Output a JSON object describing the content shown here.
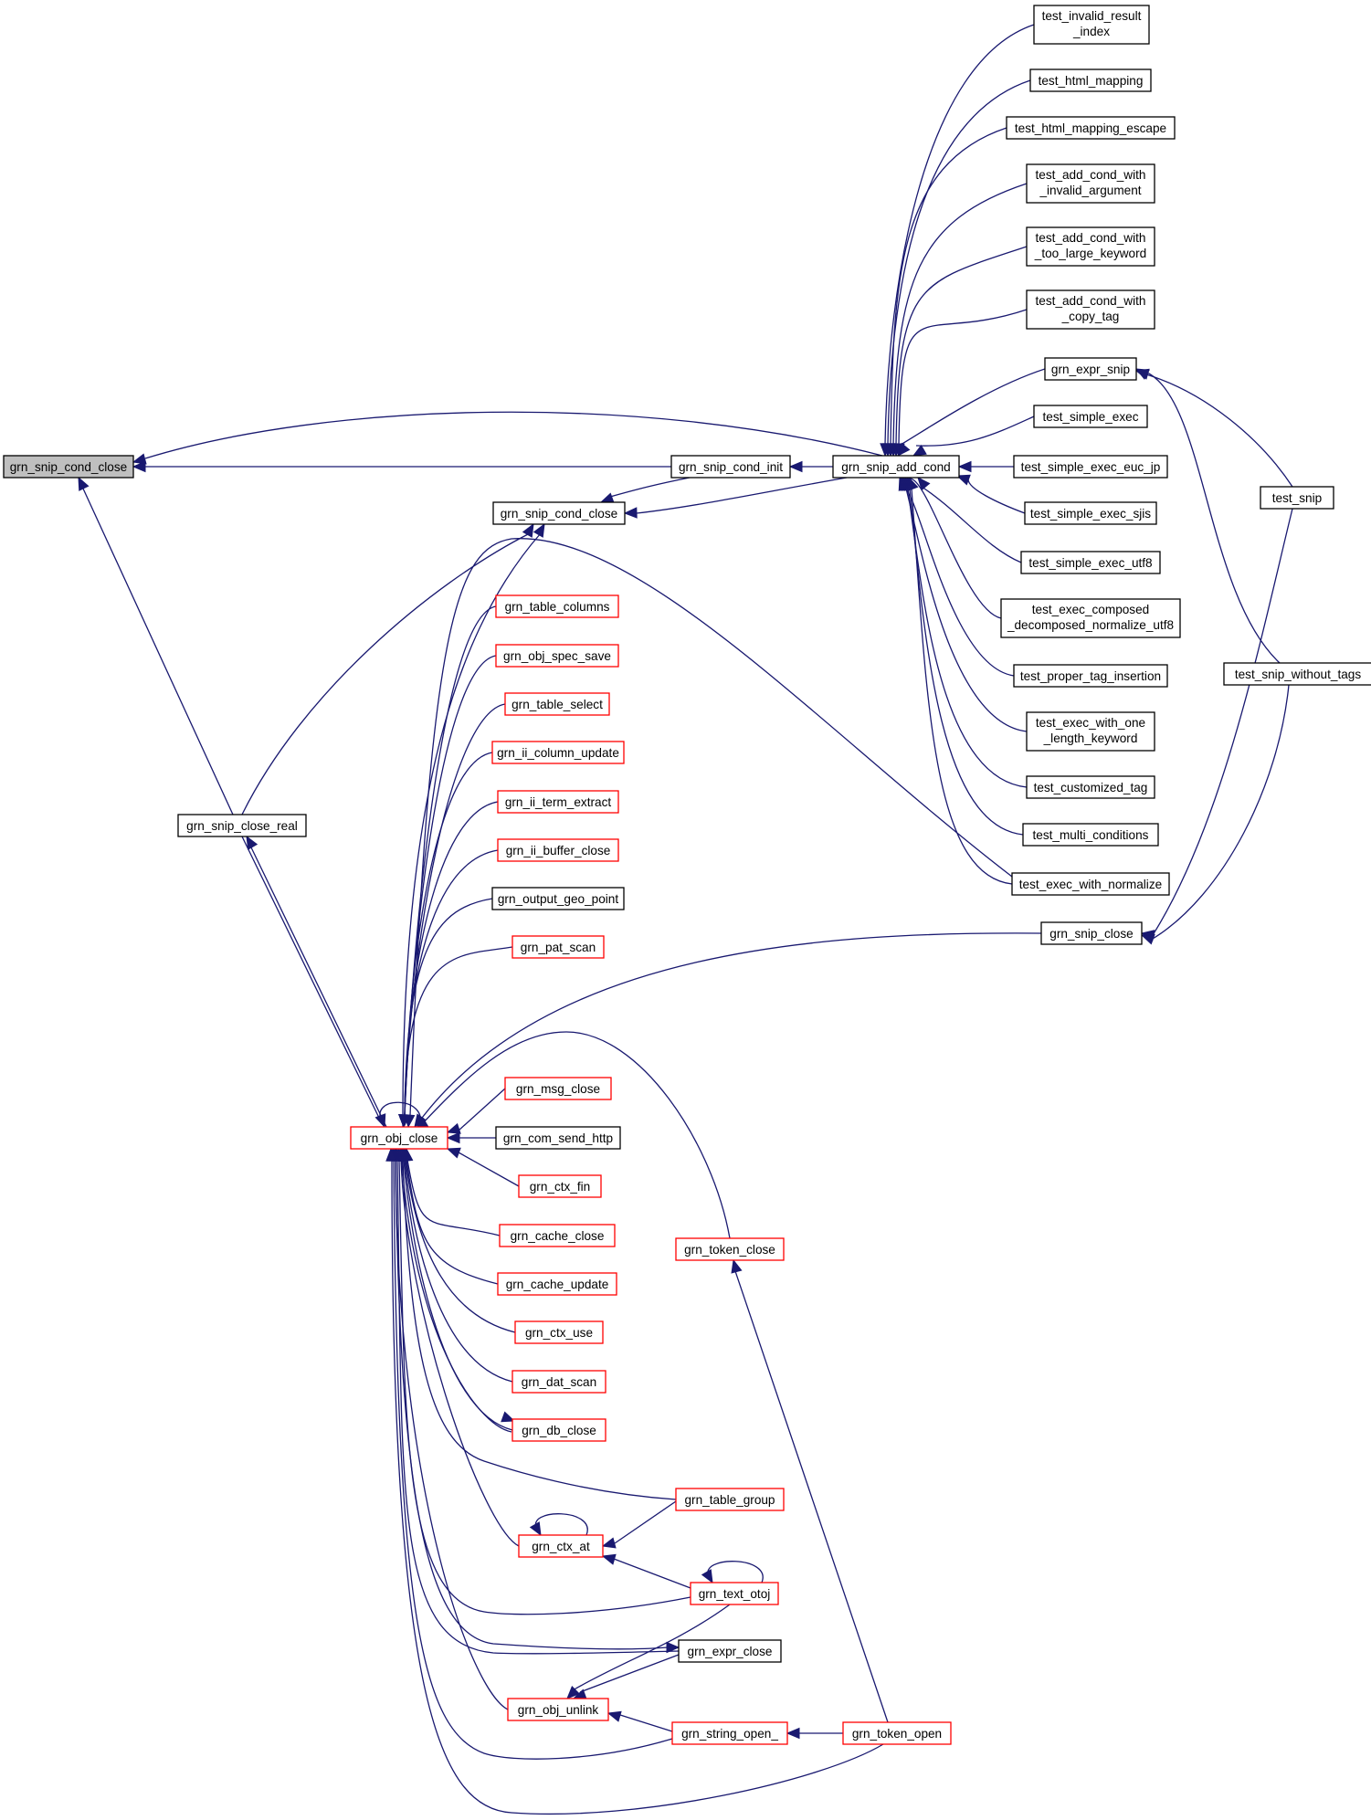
{
  "colors": {
    "edge": "#191970",
    "node_border": "#000000",
    "node_border_incomplete": "#ff0000",
    "focus_fill": "#bfbfbf"
  },
  "nodes": {
    "grn_snip_cond_close_focus": "grn_snip_cond_close",
    "grn_snip_cond_init": "grn_snip_cond_init",
    "grn_snip_add_cond": "grn_snip_add_cond",
    "grn_snip_cond_close": "grn_snip_cond_close",
    "grn_snip_close_real": "grn_snip_close_real",
    "grn_table_columns": "grn_table_columns",
    "grn_obj_spec_save": "grn_obj_spec_save",
    "grn_table_select": "grn_table_select",
    "grn_ii_column_update": "grn_ii_column_update",
    "grn_ii_term_extract": "grn_ii_term_extract",
    "grn_ii_buffer_close": "grn_ii_buffer_close",
    "grn_output_geo_point": "grn_output_geo_point",
    "grn_pat_scan": "grn_pat_scan",
    "grn_msg_close": "grn_msg_close",
    "grn_obj_close": "grn_obj_close",
    "grn_com_send_http": "grn_com_send_http",
    "grn_ctx_fin": "grn_ctx_fin",
    "grn_cache_close": "grn_cache_close",
    "grn_cache_update": "grn_cache_update",
    "grn_ctx_use": "grn_ctx_use",
    "grn_dat_scan": "grn_dat_scan",
    "grn_db_close": "grn_db_close",
    "grn_table_group": "grn_table_group",
    "grn_ctx_at": "grn_ctx_at",
    "grn_text_otoj": "grn_text_otoj",
    "grn_expr_close": "grn_expr_close",
    "grn_obj_unlink": "grn_obj_unlink",
    "grn_string_open_": "grn_string_open_",
    "grn_token_open": "grn_token_open",
    "grn_token_close": "grn_token_close",
    "grn_snip_close": "grn_snip_close",
    "test_invalid_result_index": [
      "test_invalid_result",
      "_index"
    ],
    "test_html_mapping": "test_html_mapping",
    "test_html_mapping_escape": "test_html_mapping_escape",
    "test_add_cond_with_invalid_argument": [
      "test_add_cond_with",
      "_invalid_argument"
    ],
    "test_add_cond_with_too_large_keyword": [
      "test_add_cond_with",
      "_too_large_keyword"
    ],
    "test_add_cond_with_copy_tag": [
      "test_add_cond_with",
      "_copy_tag"
    ],
    "grn_expr_snip": "grn_expr_snip",
    "test_simple_exec": "test_simple_exec",
    "test_simple_exec_euc_jp": "test_simple_exec_euc_jp",
    "test_simple_exec_sjis": "test_simple_exec_sjis",
    "test_simple_exec_utf8": "test_simple_exec_utf8",
    "test_exec_composed_decomposed_normalize_utf8": [
      "test_exec_composed",
      "_decomposed_normalize_utf8"
    ],
    "test_proper_tag_insertion": "test_proper_tag_insertion",
    "test_exec_with_one_length_keyword": [
      "test_exec_with_one",
      "_length_keyword"
    ],
    "test_customized_tag": "test_customized_tag",
    "test_multi_conditions": "test_multi_conditions",
    "test_exec_with_normalize": "test_exec_with_normalize",
    "test_snip": "test_snip",
    "test_snip_without_tags": "test_snip_without_tags"
  }
}
